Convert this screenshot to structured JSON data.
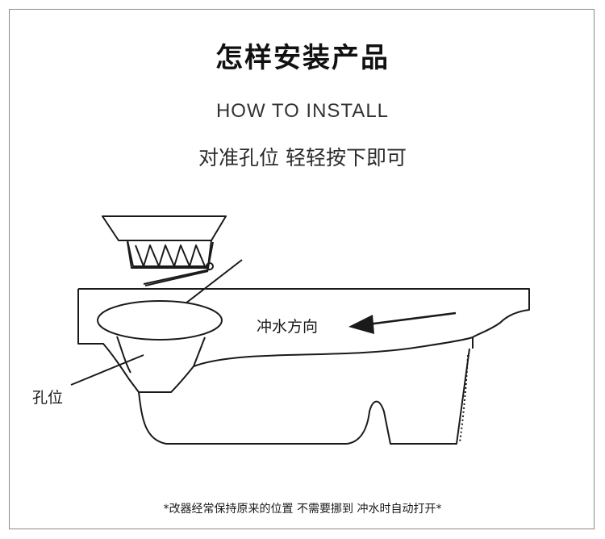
{
  "title": "怎样安装产品",
  "subtitle": "HOW TO INSTALL",
  "instruction": "对准孔位 轻轻按下即可",
  "labels": {
    "flush_direction": "冲水方向",
    "hole_position": "孔位"
  },
  "footnote": "*改器经常保持原来的位置 不需要挪到 冲水时自动打开*",
  "colors": {
    "line": "#1a1a1a",
    "frame": "#8a8a8a",
    "background": "#ffffff"
  }
}
